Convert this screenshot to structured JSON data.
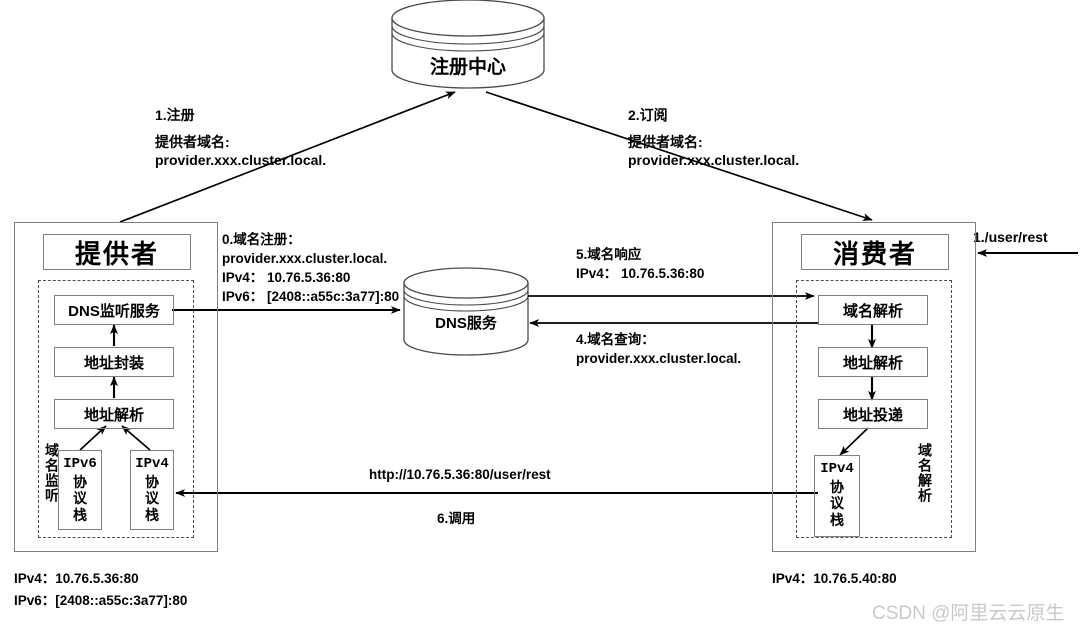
{
  "diagram": {
    "title": "DNS based service discovery diagram",
    "registry": {
      "label": "注册中心"
    },
    "dns_service": {
      "label": "DNS服务"
    },
    "provider": {
      "title": "提供者",
      "side_label": "域名监听",
      "nodes": [
        {
          "id": "dns-listen-service",
          "label": "DNS监听服务"
        },
        {
          "id": "address-encapsulation",
          "label": "地址封装"
        },
        {
          "id": "address-resolve",
          "label": "地址解析"
        }
      ],
      "stacks": [
        {
          "id": "ipv6-stack",
          "proto": "IPv6",
          "label": "协议栈"
        },
        {
          "id": "ipv4-stack",
          "proto": "IPv4",
          "label": "协议栈"
        }
      ],
      "footer": [
        "IPv4：10.76.5.36:80",
        "IPv6：[2408::a55c:3a77]:80"
      ]
    },
    "consumer": {
      "title": "消费者",
      "side_label": "域名解析",
      "nodes": [
        {
          "id": "domain-resolve",
          "label": "域名解析"
        },
        {
          "id": "address-resolve",
          "label": "地址解析"
        },
        {
          "id": "address-delivery",
          "label": "地址投递"
        }
      ],
      "stacks": [
        {
          "id": "ipv4-stack",
          "proto": "IPv4",
          "label": "协议栈"
        }
      ],
      "footer": [
        "IPv4：10.76.5.40:80"
      ]
    },
    "annotations": {
      "register": {
        "step": "1.注册",
        "lines": [
          "提供者域名:",
          "provider.xxx.cluster.local."
        ]
      },
      "subscribe": {
        "step": "2.订阅",
        "lines": [
          "提供者域名:",
          "provider.xxx.cluster.local."
        ]
      },
      "domain_register": {
        "lines": [
          "0.域名注册：",
          "provider.xxx.cluster.local.",
          "IPv4： 10.76.5.36:80",
          "IPv6： [2408::a55c:3a77]:80"
        ]
      },
      "domain_response": {
        "lines": [
          "5.域名响应",
          "IPv4： 10.76.5.36:80"
        ]
      },
      "domain_query": {
        "lines": [
          "4.域名查询：",
          "provider.xxx.cluster.local."
        ]
      },
      "invoke": {
        "url": "http://10.76.5.36:80/user/rest",
        "step": "6.调用"
      },
      "entry_request": "1./user/rest"
    },
    "watermark": "CSDN @阿里云云原生",
    "colors": {
      "stroke": "#000000",
      "box_border": "#808080",
      "dashed_border": "#4d4d4d",
      "text": "#000000",
      "watermark": "#c9c9c9",
      "background": "#ffffff"
    }
  }
}
